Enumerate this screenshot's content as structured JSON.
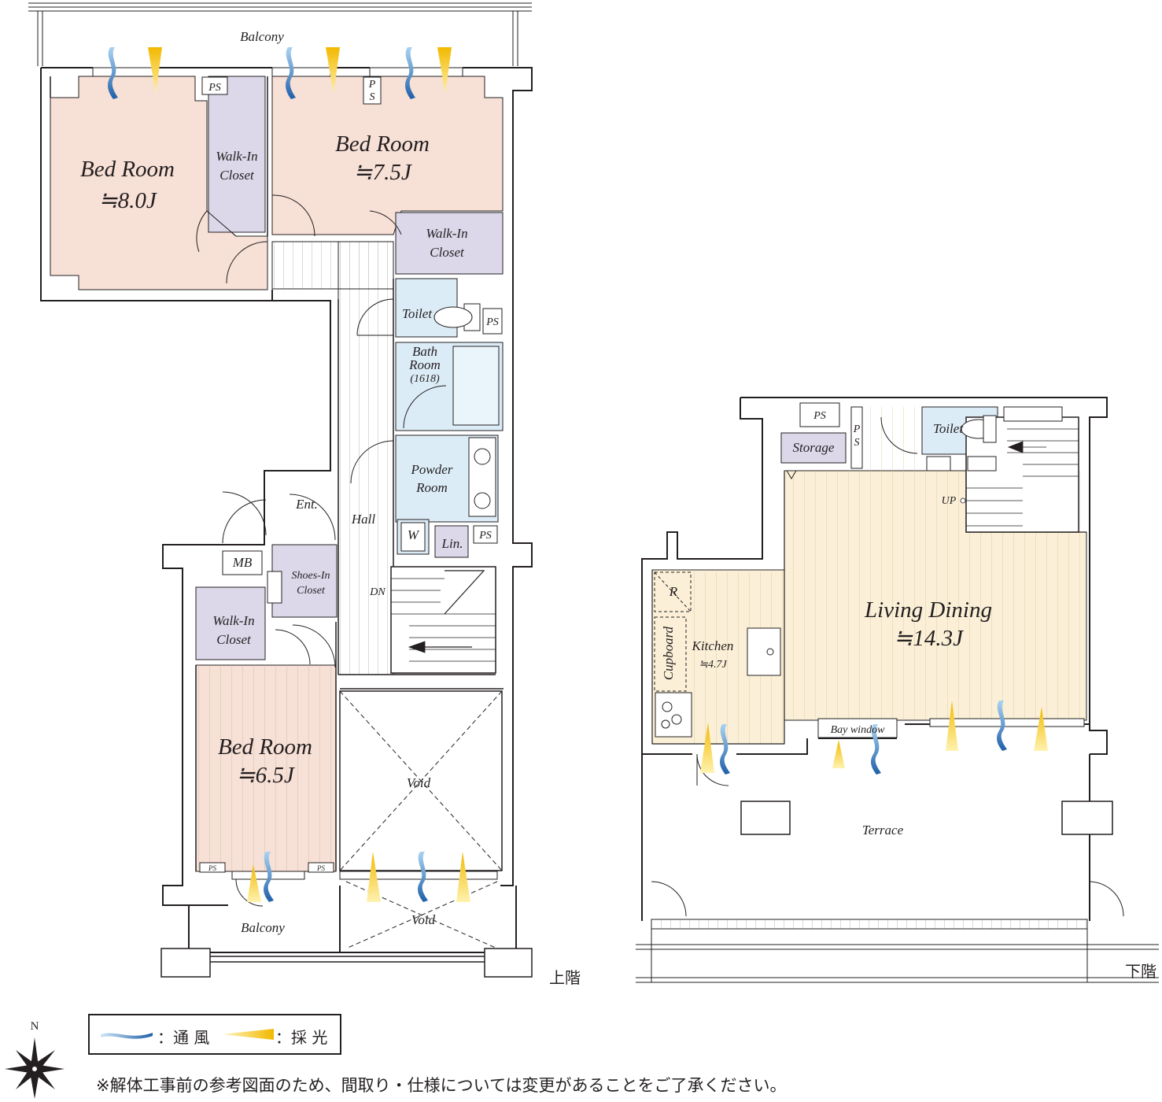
{
  "upper_floor": {
    "floor_label": "上階",
    "rooms": {
      "balcony_top": "Balcony",
      "bedroom_1_name": "Bed Room",
      "bedroom_1_size": "≒8.0J",
      "bedroom_2_name": "Bed Room",
      "bedroom_2_size": "≒7.5J",
      "wic_1_line1": "Walk-In",
      "wic_1_line2": "Closet",
      "wic_2_line1": "Walk-In",
      "wic_2_line2": "Closet",
      "wic_3_line1": "Walk-In",
      "wic_3_line2": "Closet",
      "ps_1": "PS",
      "ps_2a": "P",
      "ps_2b": "S",
      "ps_3": "PS",
      "ps_4": "PS",
      "toilet": "Toilet",
      "bath_line1": "Bath",
      "bath_line2": "Room",
      "bath_line3": "(1618)",
      "powder_line1": "Powder",
      "powder_line2": "Room",
      "washer": "W",
      "linen": "Lin.",
      "hall": "Hall",
      "entrance": "Ent.",
      "mb": "MB",
      "shoes_line1": "Shoes-In",
      "shoes_line2": "Closet",
      "dn": "DN",
      "bedroom_3_name": "Bed Room",
      "bedroom_3_size": "≒6.5J",
      "ps_small_1": "PS",
      "ps_small_2": "PS",
      "void_1": "Void",
      "void_2": "Void",
      "balcony_bottom": "Balcony"
    }
  },
  "lower_floor": {
    "floor_label": "下階",
    "rooms": {
      "ps_1": "PS",
      "ps_2a": "P",
      "ps_2b": "S",
      "storage": "Storage",
      "toilet": "Toilet",
      "up": "UP",
      "refrigerator": "R",
      "cupboard": "Cupboard",
      "kitchen_name": "Kitchen",
      "kitchen_size": "≒4.7J",
      "living_name": "Living Dining",
      "living_size": "≒14.3J",
      "bay_window": "Bay window",
      "terrace": "Terrace"
    }
  },
  "legend": {
    "ventilation": "：通 風",
    "daylight": "：採 光",
    "ventilation_color": "#2a6fb5",
    "daylight_color": "#f5c400"
  },
  "compass": {
    "north": "N"
  },
  "note": "※解体工事前の参考図面のため、間取り・仕様については変更があることをご了承ください。",
  "colors": {
    "bedroom": "#f7e0d6",
    "closet": "#dcd8ea",
    "wet": "#dcecf7",
    "living": "#fbf0d7",
    "wall": "#231f20"
  }
}
